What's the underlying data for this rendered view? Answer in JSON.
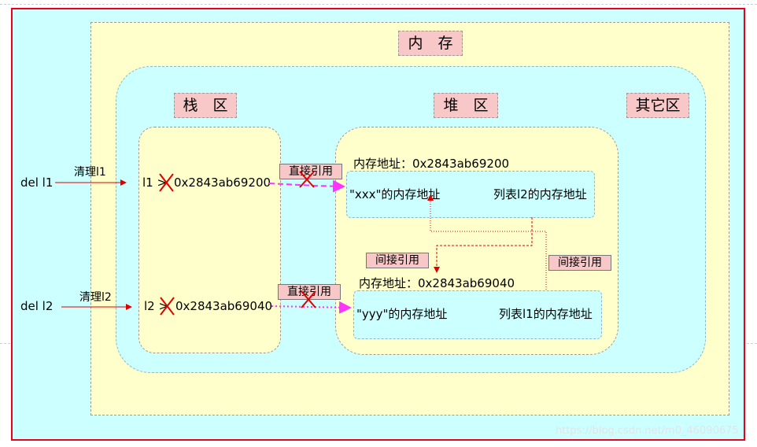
{
  "zones": {
    "memory": "内　存",
    "stack": "栈　区",
    "heap": "堆　区",
    "other": "其它区"
  },
  "left": {
    "del1": "del l1",
    "clear1": "清理l1",
    "del2": "del l2",
    "clear2": "清理l2"
  },
  "stack_items": {
    "var1_name": "l1 >",
    "var1_addr": "0x2843ab69200",
    "var2_name": "l2 >",
    "var2_addr": "0x2843ab69040"
  },
  "heap": {
    "addr1": "内存地址：0x2843ab69200",
    "cell1_a": "\"xxx\"的内存地址",
    "cell1_b": "列表l2的内存地址",
    "addr2": "内存地址：0x2843ab69040",
    "cell2_a": "\"yyy\"的内存地址",
    "cell2_b": "列表l1的内存地址"
  },
  "refs": {
    "direct1": "直接引用",
    "direct2": "直接引用",
    "indirect1": "间接引用",
    "indirect2": "间接引用"
  },
  "watermark": "https://blog.csdn.net/m0_46090675",
  "colors": {
    "frame_border": "#e8001c",
    "cyan_fill": "#ccffff",
    "yellow_fill": "#ffffcc",
    "label_fill": "#f8c8c8",
    "arrow_red": "#e00000",
    "arrow_magenta": "#ff33ff",
    "cross_red": "#e00000"
  }
}
